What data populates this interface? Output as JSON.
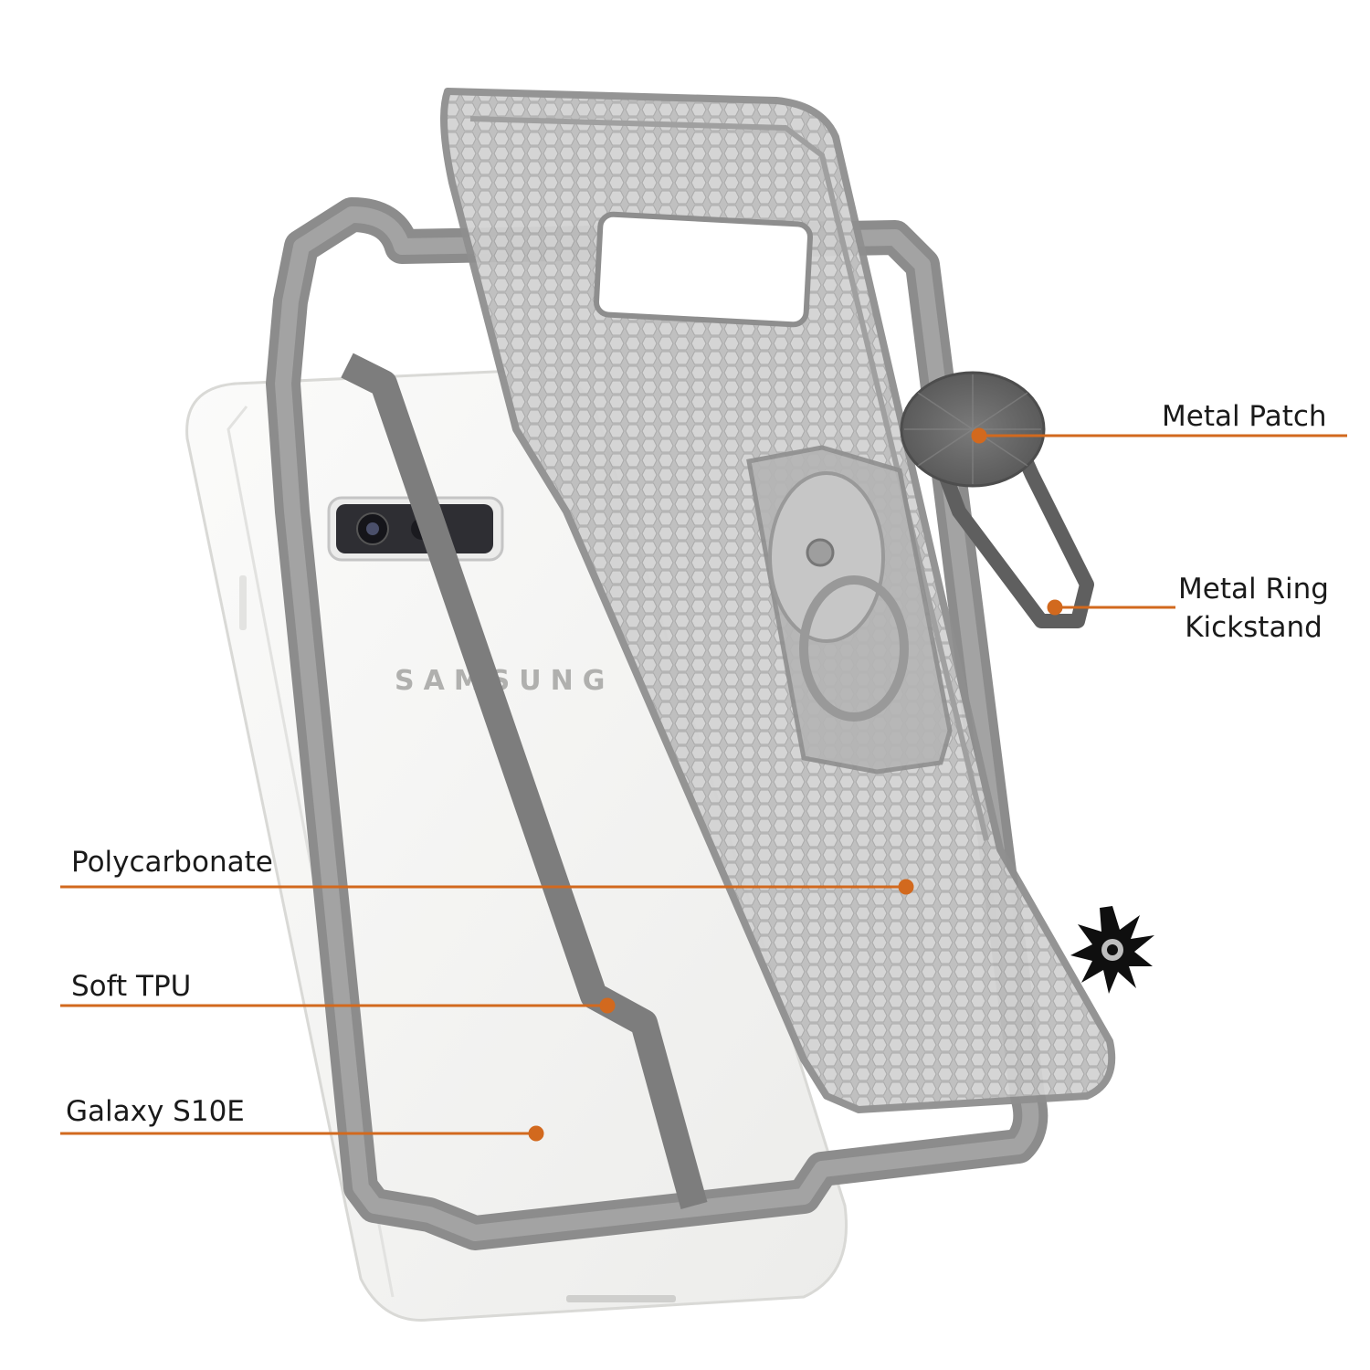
{
  "colors": {
    "callout": "#d2691e",
    "phone_body": "#f4f4f2",
    "bumper": "#8a8a8a",
    "case_shell": "#b9b9b9",
    "ring": "#6e6e6e"
  },
  "phone": {
    "brand_text": "SAMSUNG"
  },
  "callouts": {
    "metal_patch": "Metal Patch",
    "metal_ring_line1": "Metal Ring",
    "metal_ring_line2": "Kickstand",
    "polycarbonate": "Polycarbonate",
    "soft_tpu": "Soft TPU",
    "galaxy": "Galaxy S10E"
  },
  "icons": {
    "brand_logo": "punkcase-sunburst-logo"
  }
}
